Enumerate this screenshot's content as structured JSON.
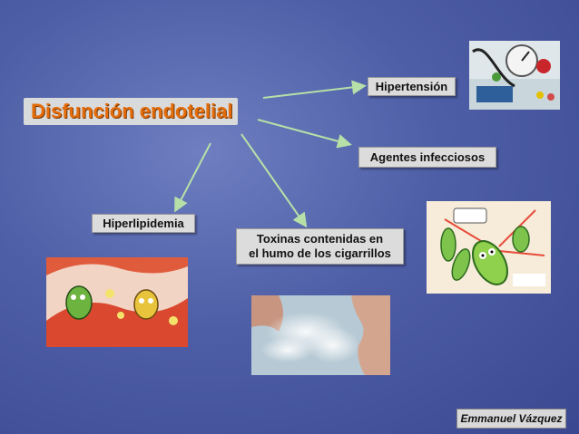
{
  "slide": {
    "title": "Disfunción endotelial",
    "nodes": {
      "hipertension": "Hipertensión",
      "agentes": "Agentes infecciosos",
      "hiperlipidemia": "Hiperlipidemia",
      "toxinas_line1": "Toxinas contenidas en",
      "toxinas_line2": "el humo de los cigarrillos"
    },
    "images": {
      "bp": "blood-pressure-monitor",
      "bacteria": "bacteria-cartoon",
      "lipids": "cholesterol-cartoon",
      "smoke": "smoke-photo"
    },
    "credit": "Emmanuel Vázquez"
  },
  "colors": {
    "background": "#4e5ea6",
    "title": "#e46c0a",
    "box": "#dcdcdc",
    "arrow": "#b6e0a8"
  }
}
